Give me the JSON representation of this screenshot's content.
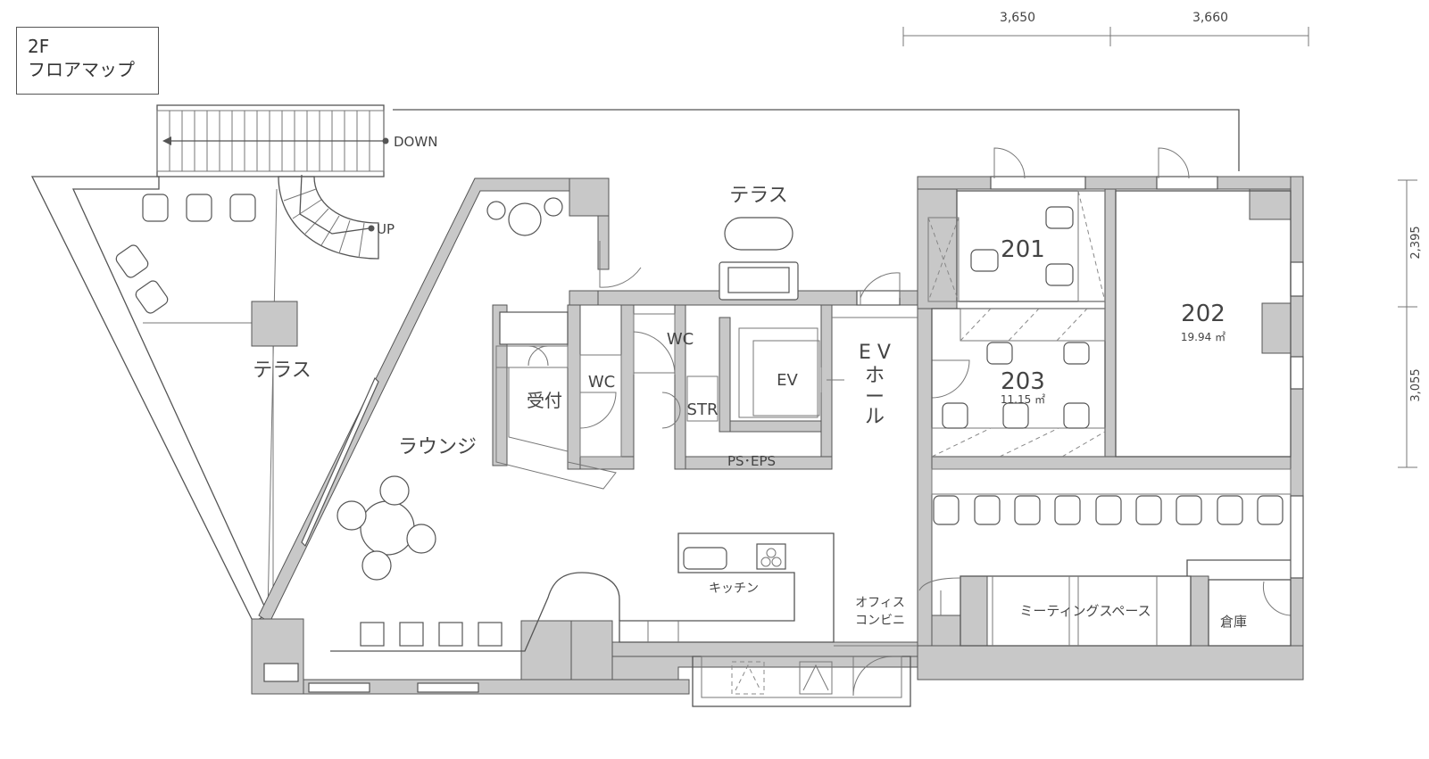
{
  "title": {
    "line1": "2F",
    "line2": "フロアマップ"
  },
  "stairs": {
    "down": "DOWN",
    "up": "UP"
  },
  "rooms": {
    "terrace_left": "テラス",
    "terrace_top": "テラス",
    "lounge": "ラウンジ",
    "reception": "受付",
    "wc1": "WC",
    "wc2": "WC",
    "str": "STR",
    "ev": "EV",
    "ps_eps": "PS･EPS",
    "ev_hall_1": "E V",
    "ev_hall_2": "ホ",
    "ev_hall_3": "ー",
    "ev_hall_4": "ル",
    "kitchen": "キッチン",
    "office_conv_1": "オフィス",
    "office_conv_2": "コンビニ",
    "meeting": "ミーティングスペース",
    "storage": "倉庫",
    "r201": "201",
    "r202": "202",
    "r202_area": "19.94 ㎡",
    "r203": "203",
    "r203_area": "11.15 ㎡"
  },
  "dimensions": {
    "top": [
      "3,650",
      "3,660"
    ],
    "right": [
      "2,395",
      "3,055"
    ]
  }
}
